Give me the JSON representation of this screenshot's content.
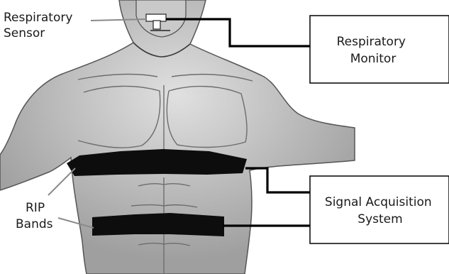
{
  "labels": {
    "respiratory_sensor": [
      "Respiratory",
      "Sensor"
    ],
    "rip_bands": [
      "RIP",
      "Bands"
    ]
  },
  "boxes": {
    "respiratory_monitor": [
      "Respiratory",
      "Monitor"
    ],
    "signal_acquisition_system": [
      "Signal Acquisition",
      "System"
    ]
  },
  "colors": {
    "skin": "#bdbdbd",
    "band": "#0d0d0d",
    "pointer": "#8a8a8a"
  }
}
